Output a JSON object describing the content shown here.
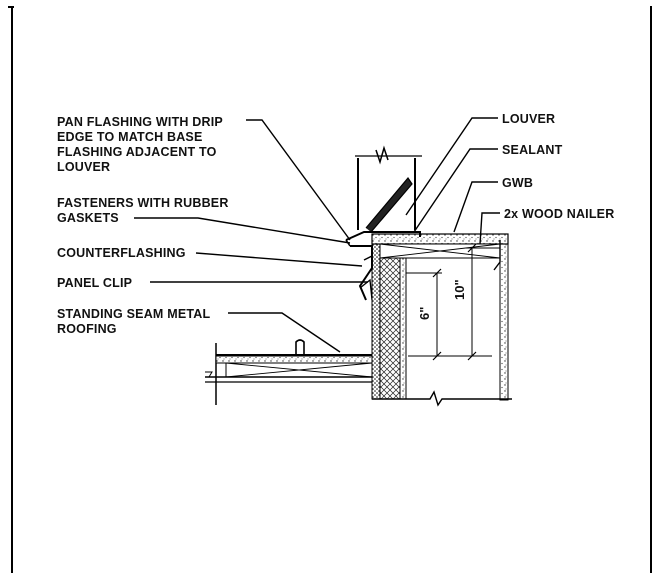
{
  "labels_left": [
    {
      "id": "pan_flashing",
      "lines": [
        "PAN FLASHING WITH DRIP",
        "EDGE TO MATCH BASE",
        "FLASHING ADJACENT TO",
        "LOUVER"
      ]
    },
    {
      "id": "fasteners",
      "lines": [
        "FASTENERS WITH RUBBER",
        "GASKETS"
      ]
    },
    {
      "id": "counterflashing",
      "lines": [
        "COUNTERFLASHING"
      ]
    },
    {
      "id": "panel_clip",
      "lines": [
        "PANEL CLIP"
      ]
    },
    {
      "id": "standing_seam",
      "lines": [
        "STANDING SEAM METAL",
        "ROOFING"
      ]
    }
  ],
  "labels_right": [
    {
      "id": "louver",
      "text": "LOUVER"
    },
    {
      "id": "sealant",
      "text": "SEALANT"
    },
    {
      "id": "gwb",
      "text": "GWB"
    },
    {
      "id": "wood_nailer",
      "text": "2x WOOD NAILER"
    }
  ],
  "dimensions": {
    "six_inch": "6\"",
    "ten_inch": "10\""
  }
}
